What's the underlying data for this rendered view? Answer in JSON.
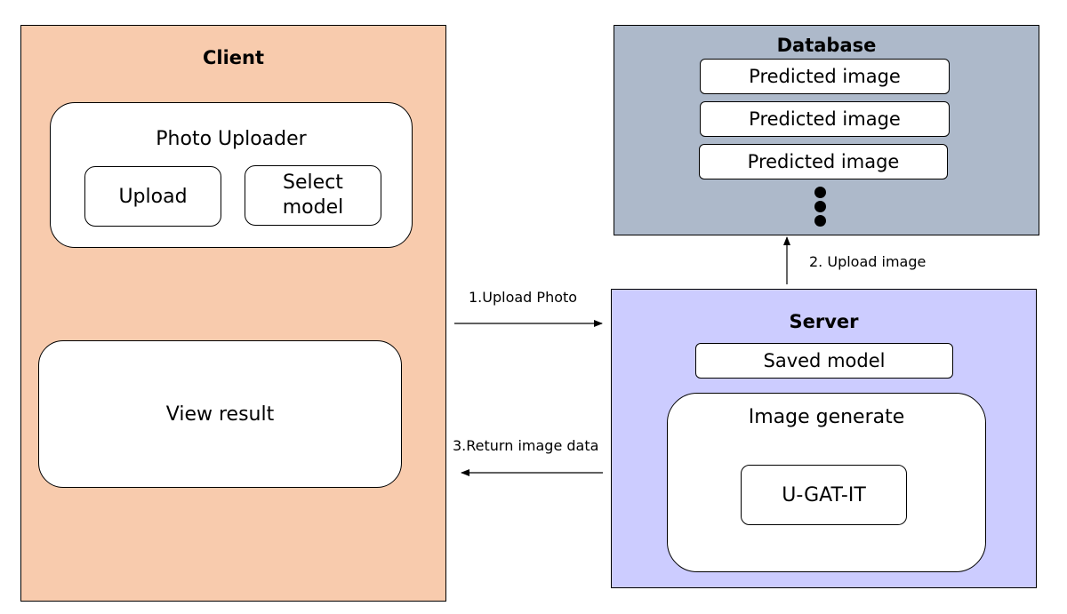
{
  "client": {
    "title": "Client",
    "photo_uploader": {
      "label": "Photo Uploader",
      "upload_button": "Upload",
      "select_model_line1": "Select",
      "select_model_line2": "model"
    },
    "view_result": "View result"
  },
  "database": {
    "title": "Database",
    "items": [
      "Predicted image",
      "Predicted image",
      "Predicted image"
    ]
  },
  "server": {
    "title": "Server",
    "saved_model": "Saved model",
    "image_generate": {
      "label": "Image generate",
      "model": "U-GAT-IT"
    }
  },
  "arrows": {
    "upload_photo": "1.Upload Photo",
    "upload_image": "2. Upload image",
    "return_image": "3.Return image data"
  },
  "colors": {
    "client_bg": "#f8cbad",
    "database_bg": "#adb9ca",
    "server_bg": "#ccccff"
  }
}
